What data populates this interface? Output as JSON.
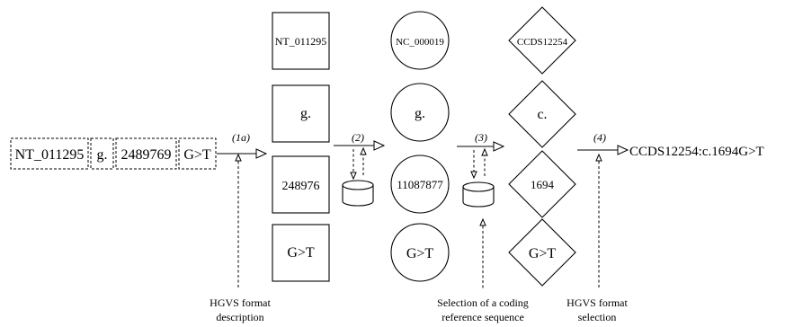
{
  "input_tokens": [
    "NT_011295",
    "g.",
    "2489769",
    "G>T"
  ],
  "steps": {
    "s1a": "(1a)",
    "s2": "(2)",
    "s3": "(3)",
    "s4": "(4)"
  },
  "columns": {
    "genomic_contig": [
      "NT_011295",
      "g.",
      "248976",
      "G>T"
    ],
    "chromosome": [
      "NC_000019",
      "g.",
      "11087877",
      "G>T"
    ],
    "coding": [
      "CCDS12254",
      "c.",
      "1694",
      "G>T"
    ]
  },
  "output": "CCDS12254:c.1694G>T",
  "annotations": {
    "hgvs_description": [
      "HGVS format",
      "description"
    ],
    "coding_selection": [
      "Selection of a coding",
      "reference sequence"
    ],
    "hgvs_selection": [
      "HGVS format",
      "selection"
    ]
  }
}
